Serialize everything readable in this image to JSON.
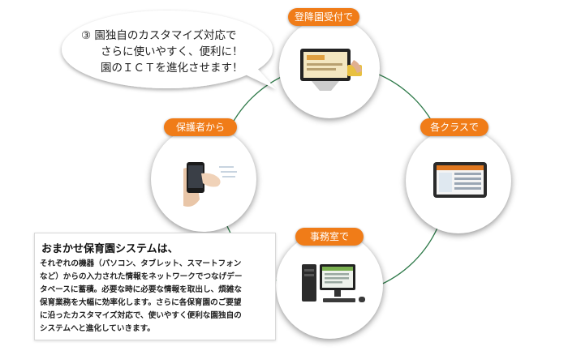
{
  "speech_bubble": {
    "lines": [
      "③ 園独自のカスタマイズ対応で",
      "さらに使いやすく、便利に！",
      "園のＩＣＴを進化させます！"
    ]
  },
  "nodes": {
    "top": {
      "label": "登降園受付で",
      "image": "tablet-reception-image"
    },
    "right": {
      "label": "各クラスで",
      "image": "tablet-class-image"
    },
    "bottom": {
      "label": "事務室で",
      "image": "desktop-office-image"
    },
    "left": {
      "label": "保護者から",
      "image": "smartphone-parent-image"
    }
  },
  "description": {
    "title": "おまかせ保育園システムは、",
    "lines": [
      "それぞれの機器（パソコン、タブレット、スマートフォン",
      "など）からの入力された情報をネットワークでつなげデー",
      "タベースに蓄積。必要な時に必要な情報を取出し、煩雑な",
      "保育業務を大幅に効率化します。さらに各保育園のご要望",
      "に沿ったカスタマイズ対応で、使いやすく便利な園独自の",
      "システムへと進化していきます。"
    ]
  },
  "colors": {
    "label_bg": "#f07c18",
    "ring_line": "#2f7a4a"
  }
}
